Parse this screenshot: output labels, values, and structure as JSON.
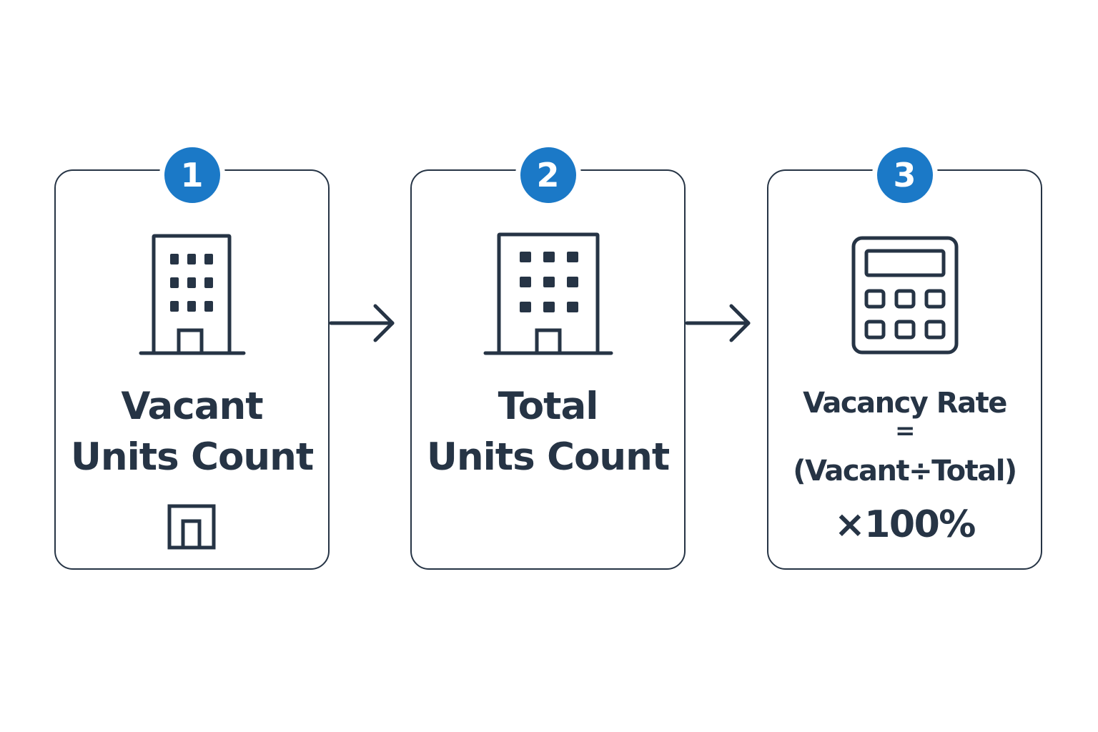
{
  "colors": {
    "ink": "#263445",
    "badge": "#1b79c7",
    "background": "#ffffff"
  },
  "steps": [
    {
      "number": "1",
      "icon": "building-icon",
      "lines": [
        "Vacant",
        "Units Count"
      ],
      "extra_icon": "door-icon"
    },
    {
      "number": "2",
      "icon": "building-icon",
      "lines": [
        "Total",
        "Units Count"
      ]
    },
    {
      "number": "3",
      "icon": "calculator-icon",
      "formula": {
        "title": "Vacancy Rate",
        "equals": "=",
        "expression": "(Vacant÷Total)",
        "result": "×100%"
      }
    }
  ],
  "connectors": [
    "arrow-right-icon",
    "arrow-right-icon"
  ]
}
